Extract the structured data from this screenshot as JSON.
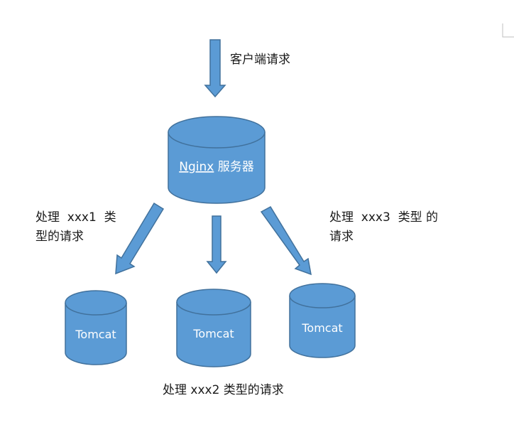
{
  "client_request_label": "客户端请求",
  "server": {
    "name": "Nginx",
    "suffix": " 服务器"
  },
  "backends": [
    {
      "label": "Tomcat"
    },
    {
      "label": "Tomcat"
    },
    {
      "label": "Tomcat"
    }
  ],
  "route_labels": {
    "xxx1_line1": "处理  xxx1  类",
    "xxx1_line2": "型的请求",
    "xxx2": "处理 xxx2 类型的请求",
    "xxx3_line1": "处理  xxx3  类型 的",
    "xxx3_line2": "请求"
  },
  "colors": {
    "fill": "#5b9bd5",
    "stroke": "#41719c"
  }
}
